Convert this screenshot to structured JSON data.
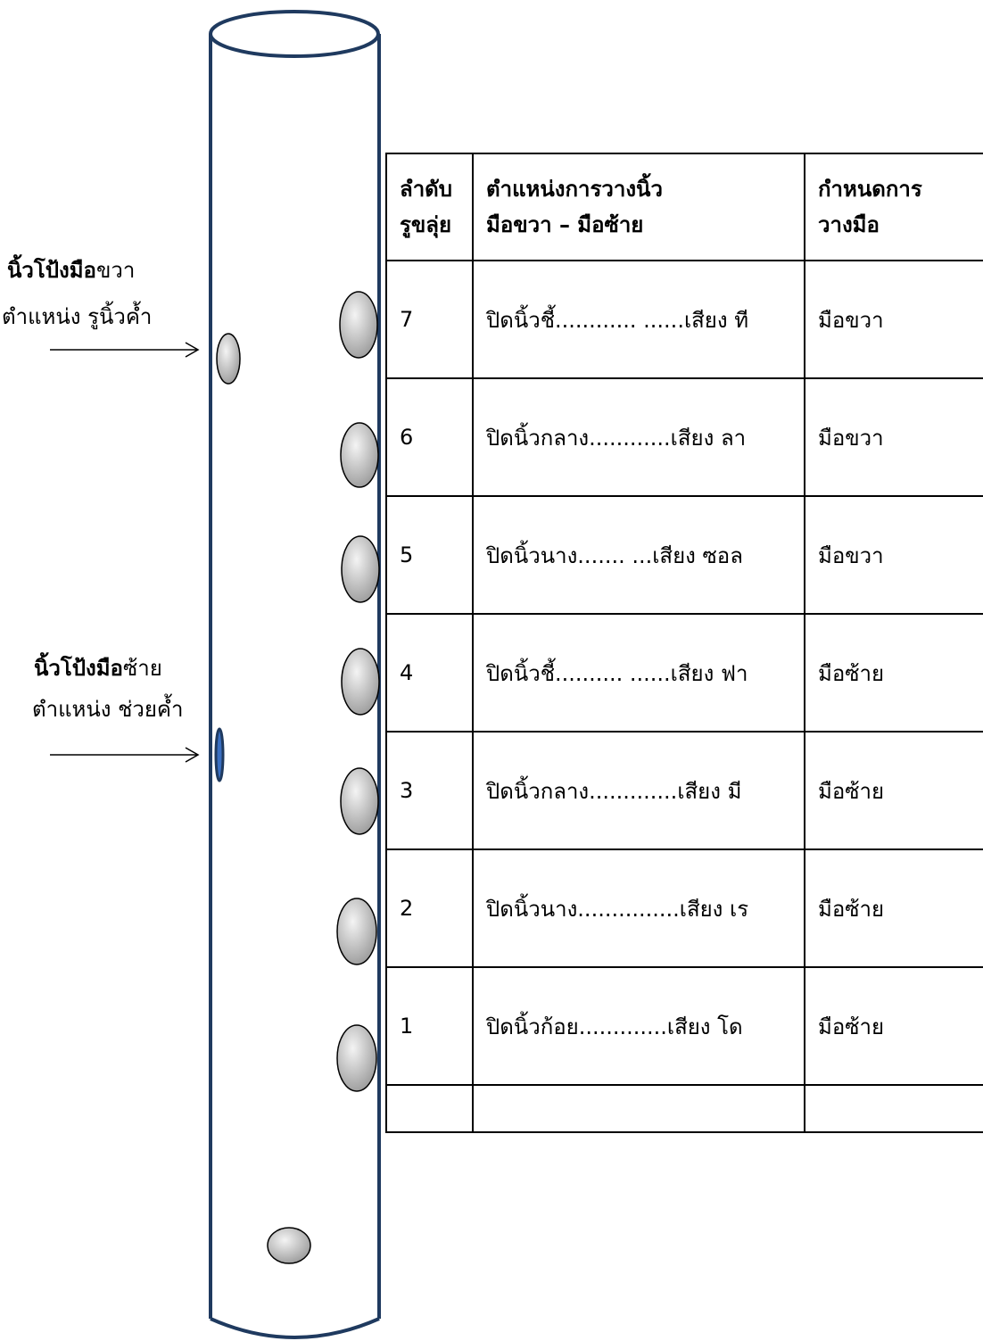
{
  "annotations": {
    "right_hand": {
      "bold": "นิ้วโป้งมือ",
      "normal": "ขวา",
      "line2": "ตำแหน่ง รูนิ้วค้ำ"
    },
    "left_hand": {
      "bold": "นิ้วโป้งมือ",
      "normal": "ซ้าย",
      "line2": "ตำแหน่ง ช่วยค้ำ"
    }
  },
  "table": {
    "headers": [
      [
        "ลำดับ",
        "รูขลุ่ย"
      ],
      [
        "ตำแหน่งการวางนิ้ว",
        "มือขวา –  มือซ้าย"
      ],
      [
        "กำหนดการ",
        "วางมือ"
      ]
    ],
    "rows": [
      {
        "hole": "7",
        "position": "ปิดนิ้วชี้............ ......เสียง ที",
        "hand": "มือขวา"
      },
      {
        "hole": "6",
        "position": "ปิดนิ้วกลาง............เสียง ลา",
        "hand": "มือขวา"
      },
      {
        "hole": "5",
        "position": "ปิดนิ้วนาง....... ...เสียง ซอล",
        "hand": "มือขวา"
      },
      {
        "hole": "4",
        "position": "ปิดนิ้วชี้.......... ......เสียง ฟา",
        "hand": "มือซ้าย"
      },
      {
        "hole": "3",
        "position": "ปิดนิ้วกลาง.............เสียง มี",
        "hand": "มือซ้าย"
      },
      {
        "hole": "2",
        "position": "ปิดนิ้วนาง...............เสียง เร",
        "hand": "มือซ้าย"
      },
      {
        "hole": "1",
        "position": "ปิดนิ้วก้อย.............เสียง โด",
        "hand": "มือซ้าย"
      },
      {
        "hole": "",
        "position": "",
        "hand": ""
      }
    ]
  },
  "colors": {
    "outline": "#1F3A5F",
    "hole_fill": "#C9C9C9",
    "thumb_hole_fill": "#3A6FC1"
  }
}
